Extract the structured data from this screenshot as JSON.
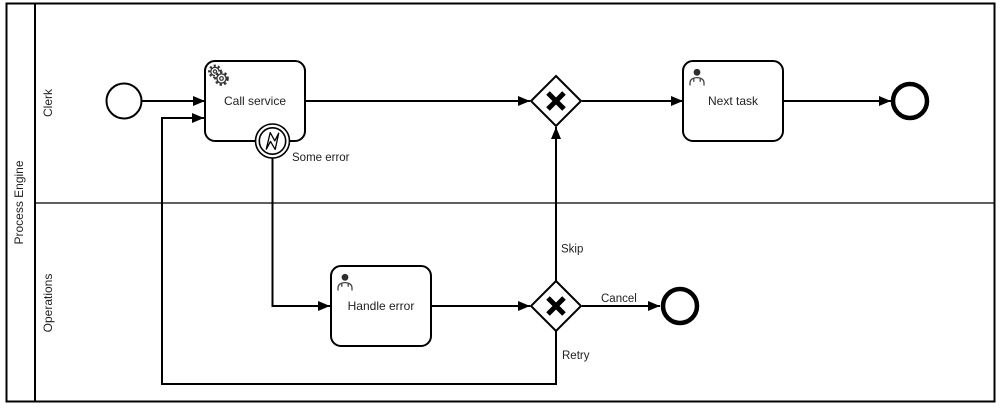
{
  "pool": {
    "label": "Process Engine"
  },
  "lanes": {
    "clerk": "Clerk",
    "operations": "Operations"
  },
  "nodes": {
    "call_service": "Call service",
    "next_task": "Next task",
    "handle_error": "Handle error"
  },
  "flow_labels": {
    "some_error": "Some error",
    "skip": "Skip",
    "cancel": "Cancel",
    "retry": "Retry"
  },
  "icons": {
    "service_task": "gear-icon",
    "user_task": "user-icon",
    "boundary_event": "error-lightning-icon",
    "gateway": "x-marker-icon"
  },
  "colors": {
    "stroke": "#000000",
    "background": "#ffffff",
    "text": "#222222",
    "icon": "#444444"
  }
}
